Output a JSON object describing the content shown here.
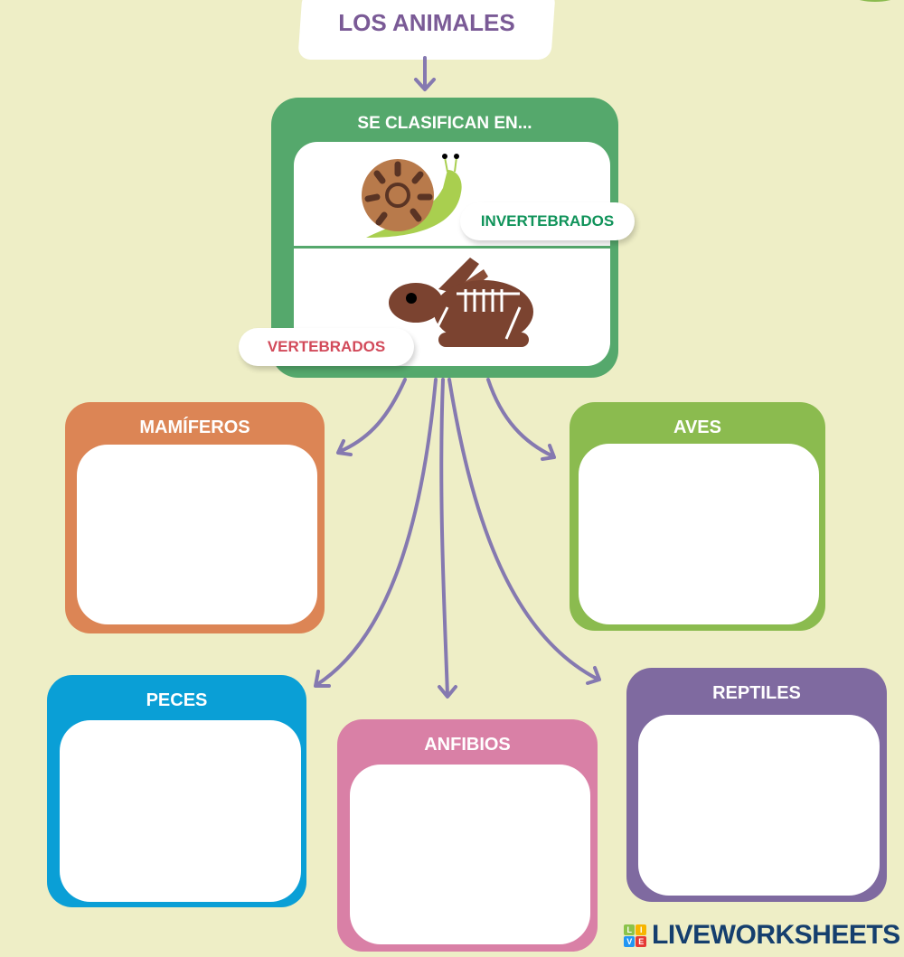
{
  "title": "LOS ANIMALES",
  "center": {
    "heading": "SE CLASIFICAN EN...",
    "invertebrates_label": "INVERTEBRADOS",
    "vertebrates_label": "VERTEBRADOS"
  },
  "categories": {
    "mamiferos": "MAMÍFEROS",
    "aves": "AVES",
    "peces": "PECES",
    "anfibios": "ANFIBIOS",
    "reptiles": "REPTILES"
  },
  "colors": {
    "background": "#eeeec6",
    "center": "#55a86c",
    "mamiferos": "#dc8555",
    "aves": "#8bbb4f",
    "peces": "#0a9fd6",
    "anfibios": "#d980a6",
    "reptiles": "#7f6aa0",
    "arrow": "#8579b0"
  },
  "logo": {
    "text": "LIVEWORKSHEETS",
    "letters": [
      "L",
      "I",
      "V",
      "E"
    ]
  }
}
